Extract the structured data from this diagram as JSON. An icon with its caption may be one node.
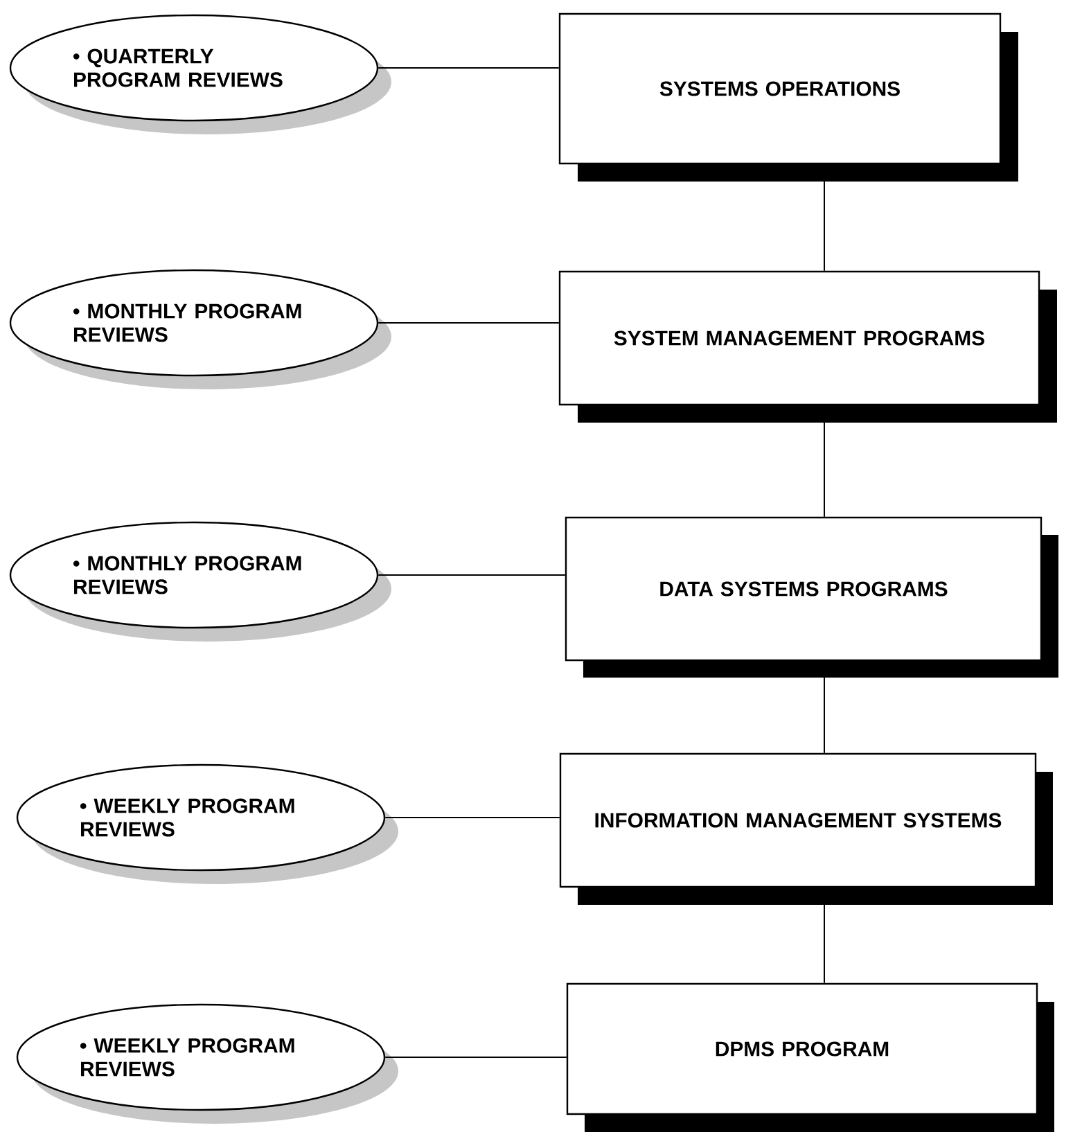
{
  "diagram": {
    "nodes": [
      {
        "text": [
          "• QUARTERLY PROGRAM REVIEWS"
        ]
      },
      {
        "text": [
          "SYSTEMS OPERATIONS"
        ]
      },
      {
        "text": [
          "• MONTHLY PROGRAM REVIEWS"
        ]
      },
      {
        "text": [
          "SYSTEM MANAGEMENT PROGRAMS"
        ]
      },
      {
        "text": [
          "• MONTHLY PROGRAM REVIEWS"
        ]
      },
      {
        "text": [
          "DATA SYSTEMS PROGRAMS"
        ]
      },
      {
        "text": [
          "• WEEKLY PROGRAM REVIEWS"
        ]
      },
      {
        "text": [
          "INFORMATION MANAGEMENT SYSTEMS"
        ]
      },
      {
        "text": [
          "• WEEKLY PROGRAM REVIEWS"
        ]
      },
      {
        "text": [
          "DPMS PROGRAM"
        ]
      }
    ],
    "edges": [
      {
        "from": 0,
        "to": 1,
        "arrow": "none"
      },
      {
        "from": 2,
        "to": 3,
        "arrow": "none"
      },
      {
        "from": 4,
        "to": 5,
        "arrow": "none"
      },
      {
        "from": 6,
        "to": 7,
        "arrow": "none"
      },
      {
        "from": 8,
        "to": 9,
        "arrow": "none"
      },
      {
        "from": 1,
        "to": 3,
        "arrow": "none"
      },
      {
        "from": 3,
        "to": 5,
        "arrow": "none"
      },
      {
        "from": 5,
        "to": 7,
        "arrow": "none"
      },
      {
        "from": 7,
        "to": 9,
        "arrow": "none"
      }
    ]
  }
}
